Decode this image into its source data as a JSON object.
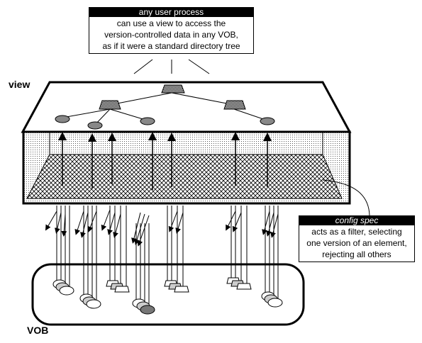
{
  "labels": {
    "view": "view",
    "vob": "VOB"
  },
  "callout_top": {
    "title": "any user process",
    "lines": [
      "can use a view to access the",
      "version-controlled data in any VOB,",
      "as if it were a standard directory tree"
    ]
  },
  "callout_right": {
    "title": "config spec",
    "lines": [
      "acts as a filter, selecting",
      "one version of an element,",
      "rejecting all others"
    ]
  },
  "colors": {
    "ink": "#000000",
    "paper": "#ffffff",
    "shade": "#808080"
  },
  "icons": {
    "directory": "trapezoid-directory-icon",
    "file": "ellipse-file-icon",
    "version": "disk-stack-version-icon"
  }
}
